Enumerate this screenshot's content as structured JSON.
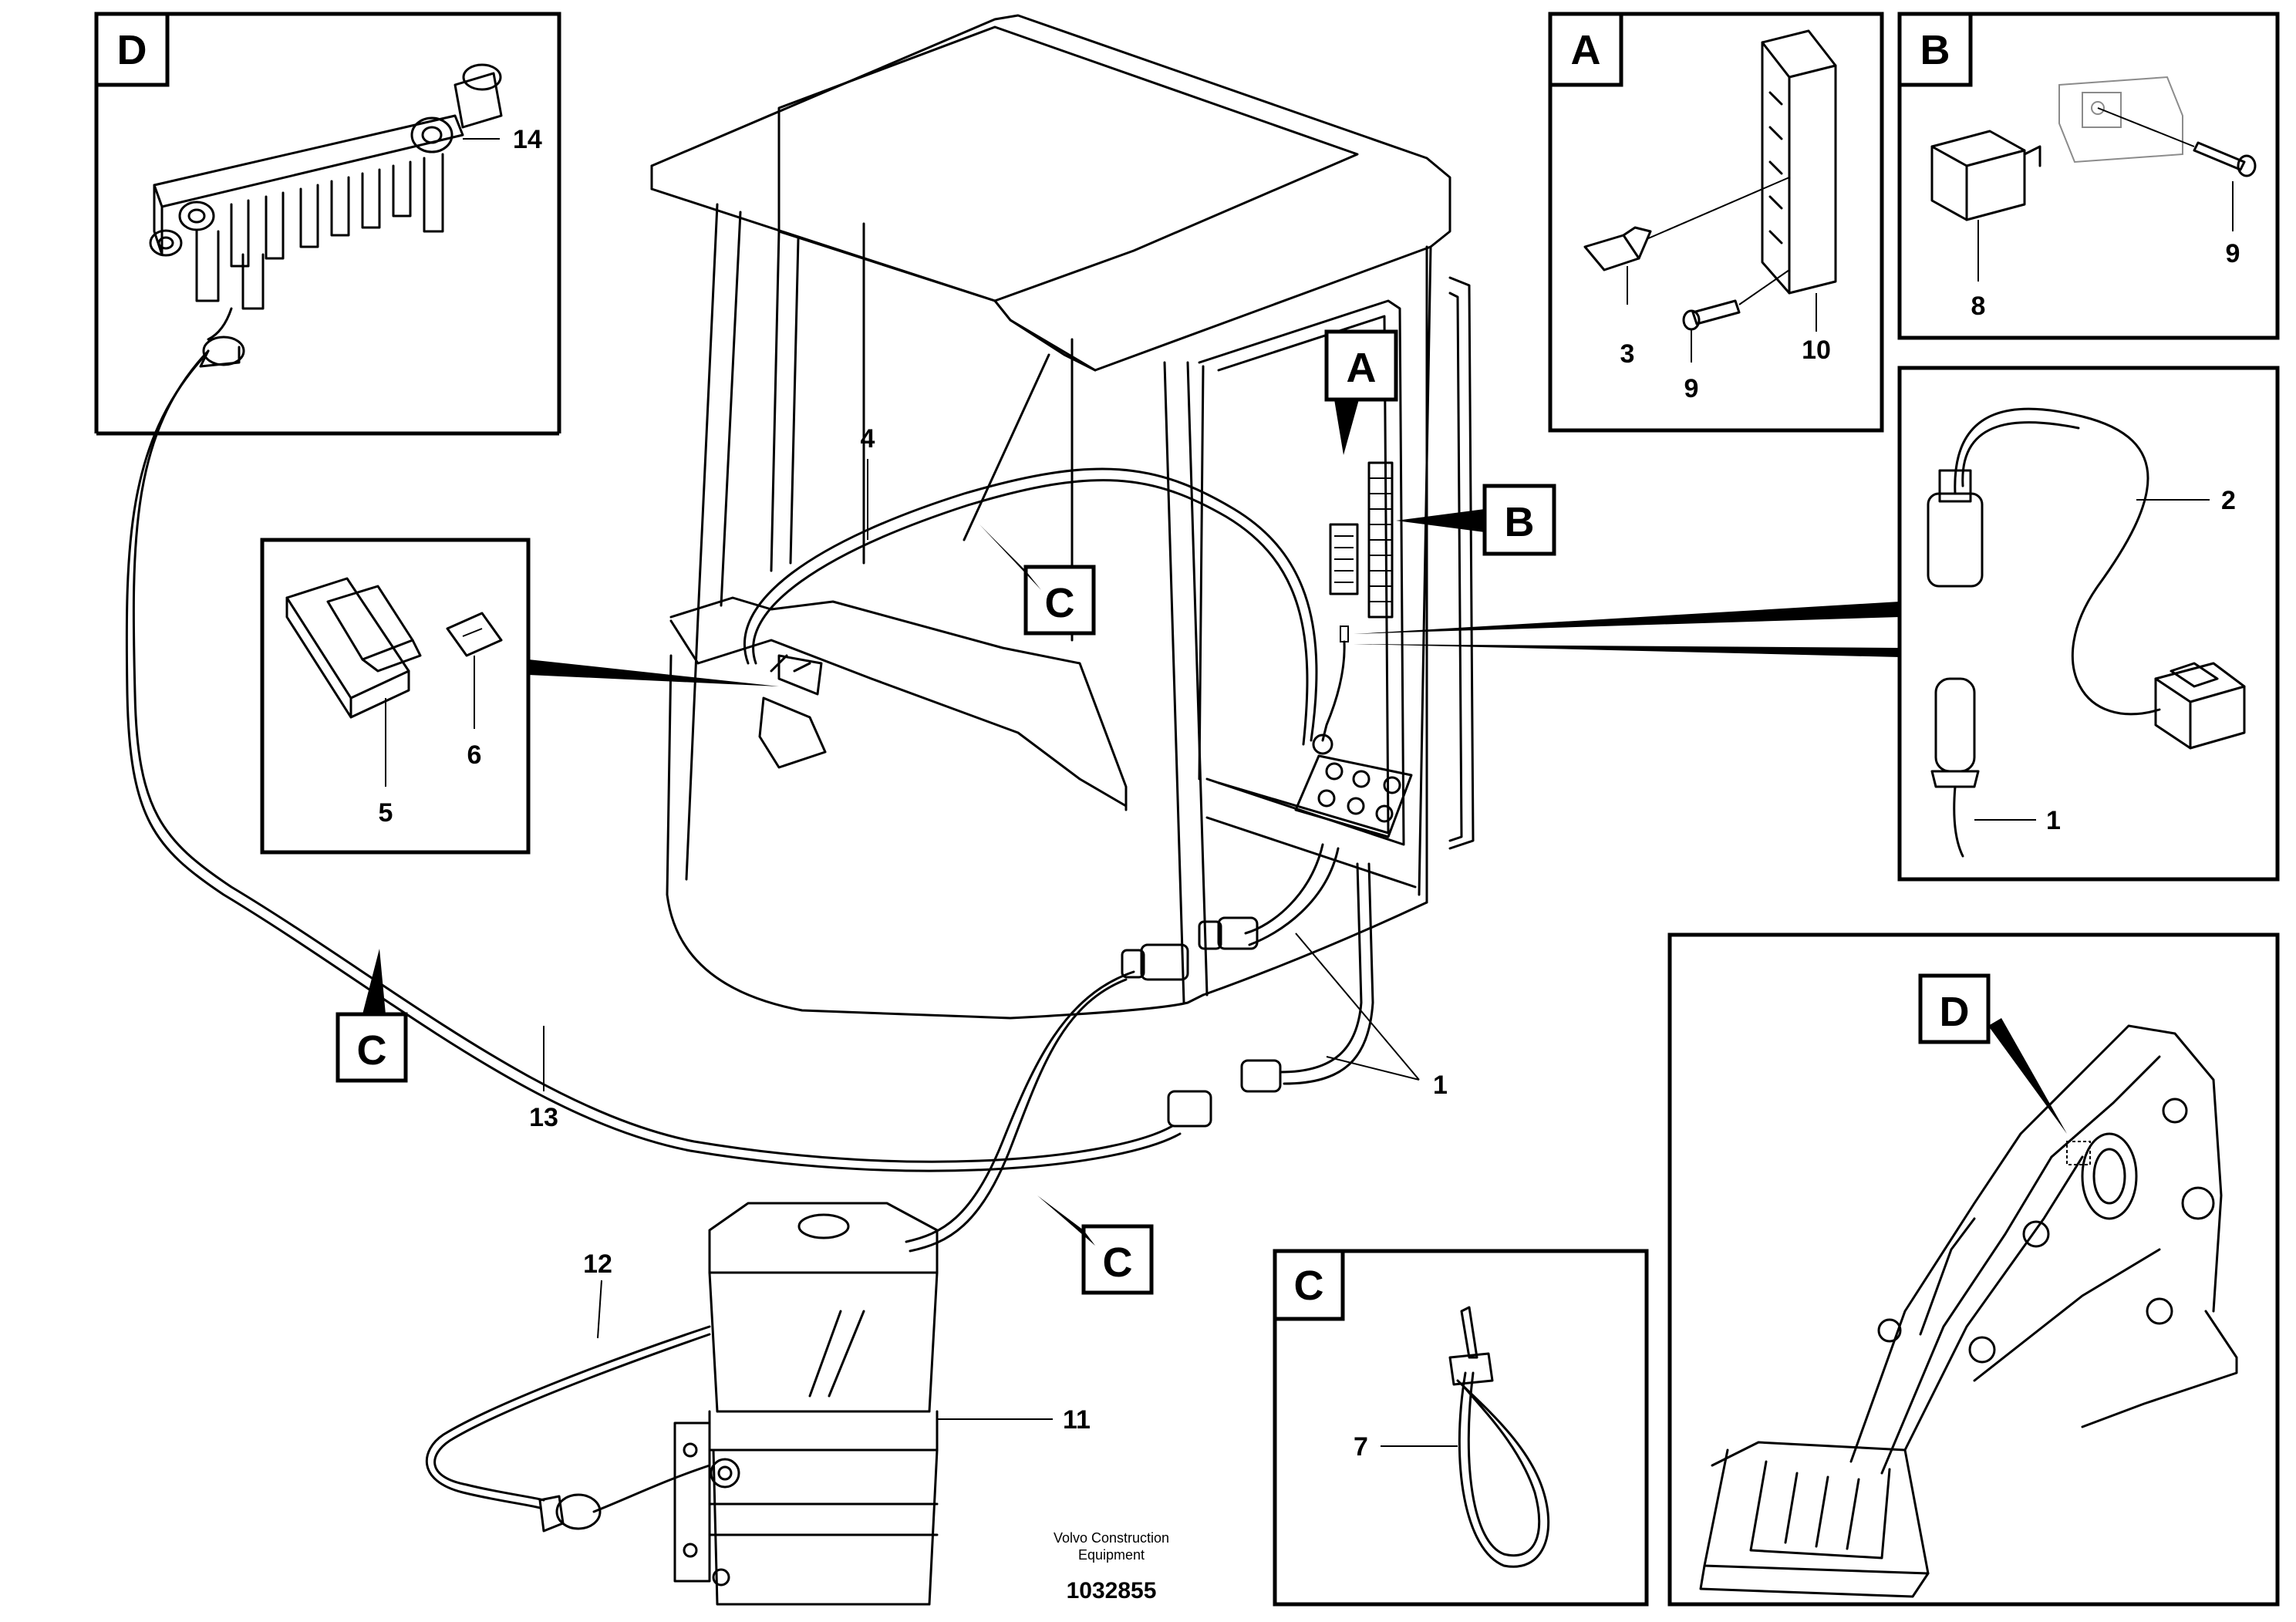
{
  "panels": {
    "D": "D",
    "A": "A",
    "B": "B",
    "C": "C"
  },
  "callouts": {
    "A": "A",
    "B": "B",
    "C": "C",
    "D": "D"
  },
  "item_numbers": {
    "n1": "1",
    "n2": "2",
    "n3": "3",
    "n4": "4",
    "n5": "5",
    "n6": "6",
    "n7": "7",
    "n8": "8",
    "n9": "9",
    "n10": "10",
    "n11": "11",
    "n12": "12",
    "n13": "13",
    "n14": "14"
  },
  "caption": {
    "line1": "Volvo Construction",
    "line2": "Equipment",
    "doc_number": "1032855"
  }
}
